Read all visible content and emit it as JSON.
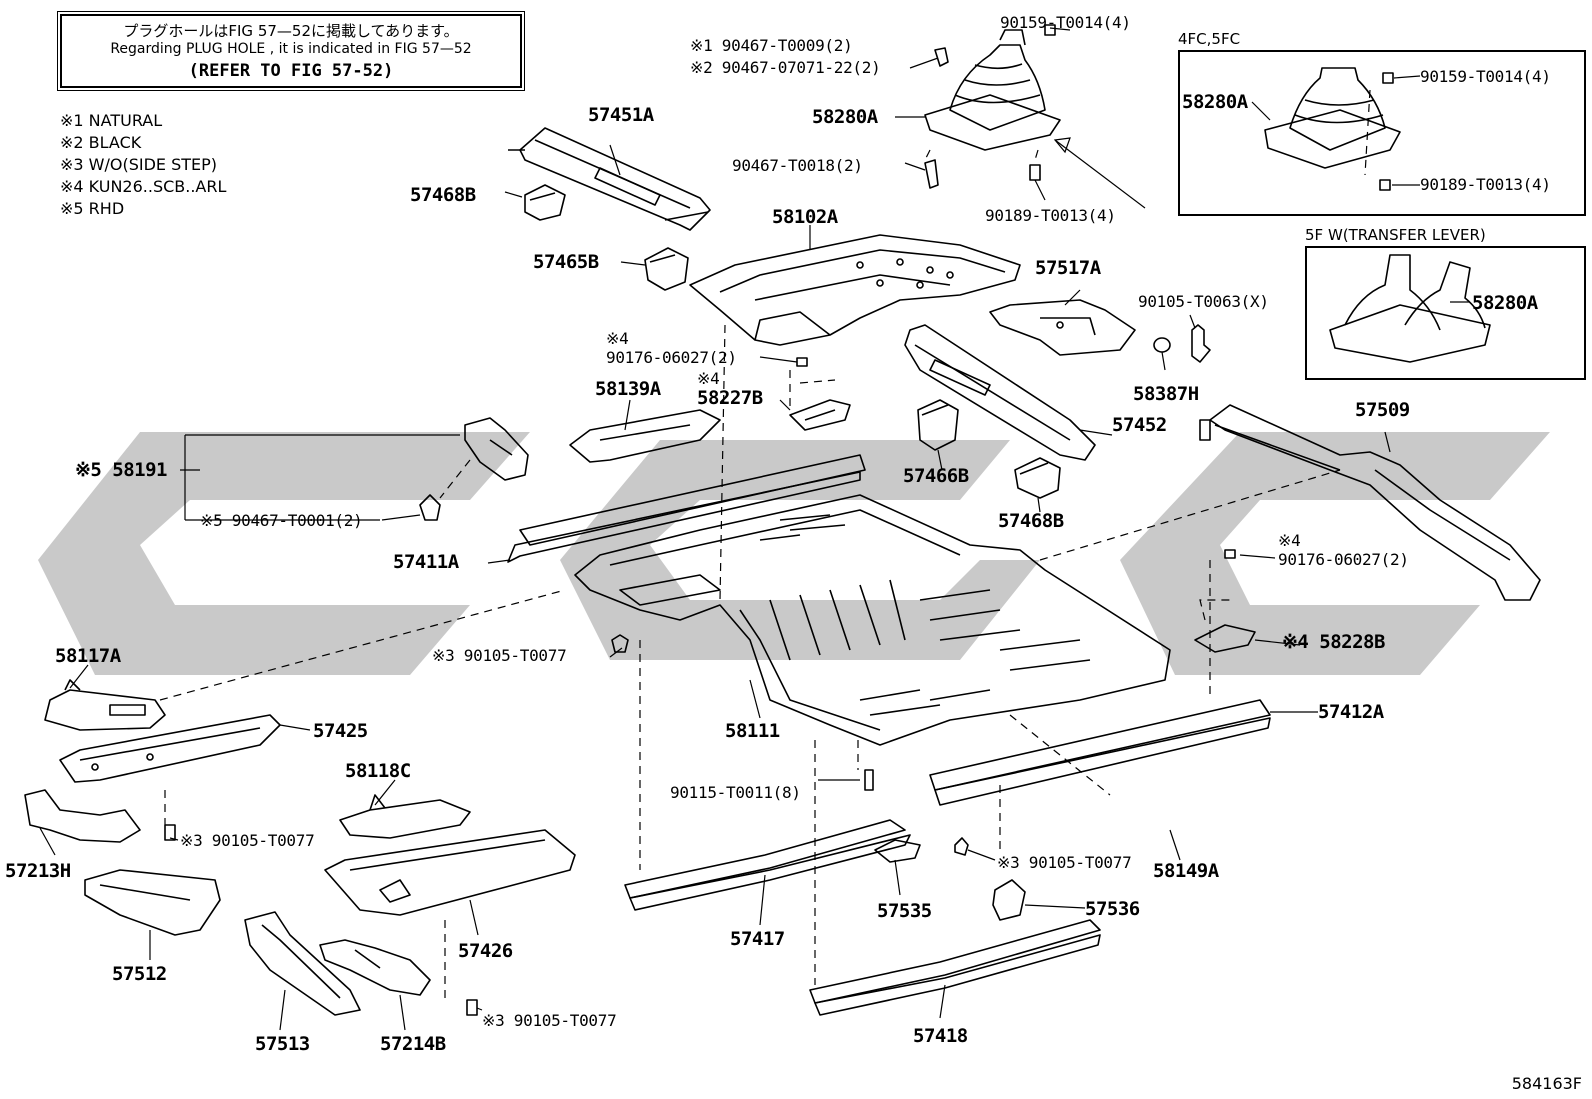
{
  "note": {
    "line1": "プラグホールはFIG 57—52に掲載してあります。",
    "line2": "Regarding  PLUG  HOLE , it is indicated in FIG  57—52",
    "line3": "(REFER TO FIG 57-52)"
  },
  "legend": [
    "※1 NATURAL",
    "※2 BLACK",
    "※3 W/O(SIDE STEP)",
    "※4 KUN26..SCB..ARL",
    "※5 RHD"
  ],
  "insets": {
    "inset1_caption": "4FC,5FC",
    "inset2_caption": "5F W(TRANSFER LEVER)"
  },
  "labels": {
    "p57451A": "57451A",
    "p57468B_a": "57468B",
    "p57465B": "57465B",
    "p58102A": "58102A",
    "p58280A_main": "58280A",
    "f1_90467_T0009": "※1 90467-T0009(2)",
    "f2_90467_07071": "※2 90467-07071-22(2)",
    "f90159_T0014_main": "90159-T0014(4)",
    "f90467_T0018": "90467-T0018(2)",
    "f90189_T0013_main": "90189-T0013(4)",
    "p58280A_inset1": "58280A",
    "f90159_T0014_inset": "90159-T0014(4)",
    "f90189_T0013_inset": "90189-T0013(4)",
    "p58280A_inset2": "58280A",
    "p57517A": "57517A",
    "f90105_T0063": "90105-T0063(X)",
    "p58387H": "58387H",
    "mark4_a": "※4",
    "f90176_06027_a": "90176-06027(2)",
    "mark4_b": "※4",
    "p58227B": "58227B",
    "p58139A": "58139A",
    "p57452": "57452",
    "p57466B": "57466B",
    "p57468B_b": "57468B",
    "p57509": "57509",
    "p58191": "※5 58191",
    "f90467_T0001": "※5 90467-T0001(2)",
    "p57411A": "57411A",
    "mark4_c": "※4",
    "f90176_06027_b": "90176-06027(2)",
    "p58228B": "※4 58228B",
    "p58117A": "58117A",
    "f90105_T0077_a": "※3 90105-T0077",
    "p57425": "57425",
    "p58111": "58111",
    "p57412A": "57412A",
    "p58118C": "58118C",
    "f90115_T0011": "90115-T0011(8)",
    "f90105_T0077_b": "※3 90105-T0077",
    "f90105_T0077_c": "※3 90105-T0077",
    "p58149A": "58149A",
    "p57213H": "57213H",
    "p57535": "57535",
    "p57536": "57536",
    "p57417": "57417",
    "p57426": "57426",
    "p57512": "57512",
    "f90105_T0077_d": "※3 90105-T0077",
    "p57513": "57513",
    "p57214B": "57214B",
    "p57418": "57418"
  },
  "figure_code": "584163F",
  "colors": {
    "watermark": "#c8c8c8",
    "line": "#000000"
  }
}
